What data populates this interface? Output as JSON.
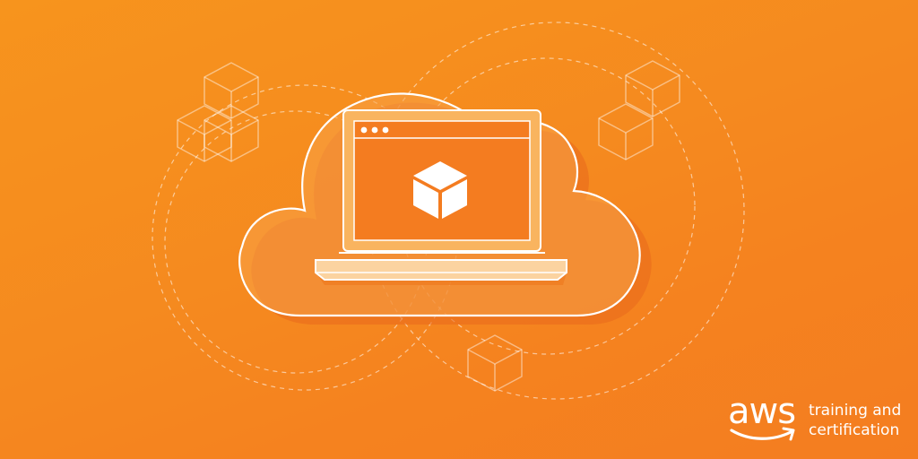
{
  "brand": {
    "logo_text": "aws",
    "tagline_line1": "training and",
    "tagline_line2": "certification"
  },
  "colors": {
    "background": "#f58a1f",
    "line": "#ffffff",
    "screen": "#f47c20"
  },
  "icons": [
    "cloud-icon",
    "laptop-icon",
    "cube-icon",
    "browser-dots-icon",
    "amazon-smile-icon"
  ]
}
